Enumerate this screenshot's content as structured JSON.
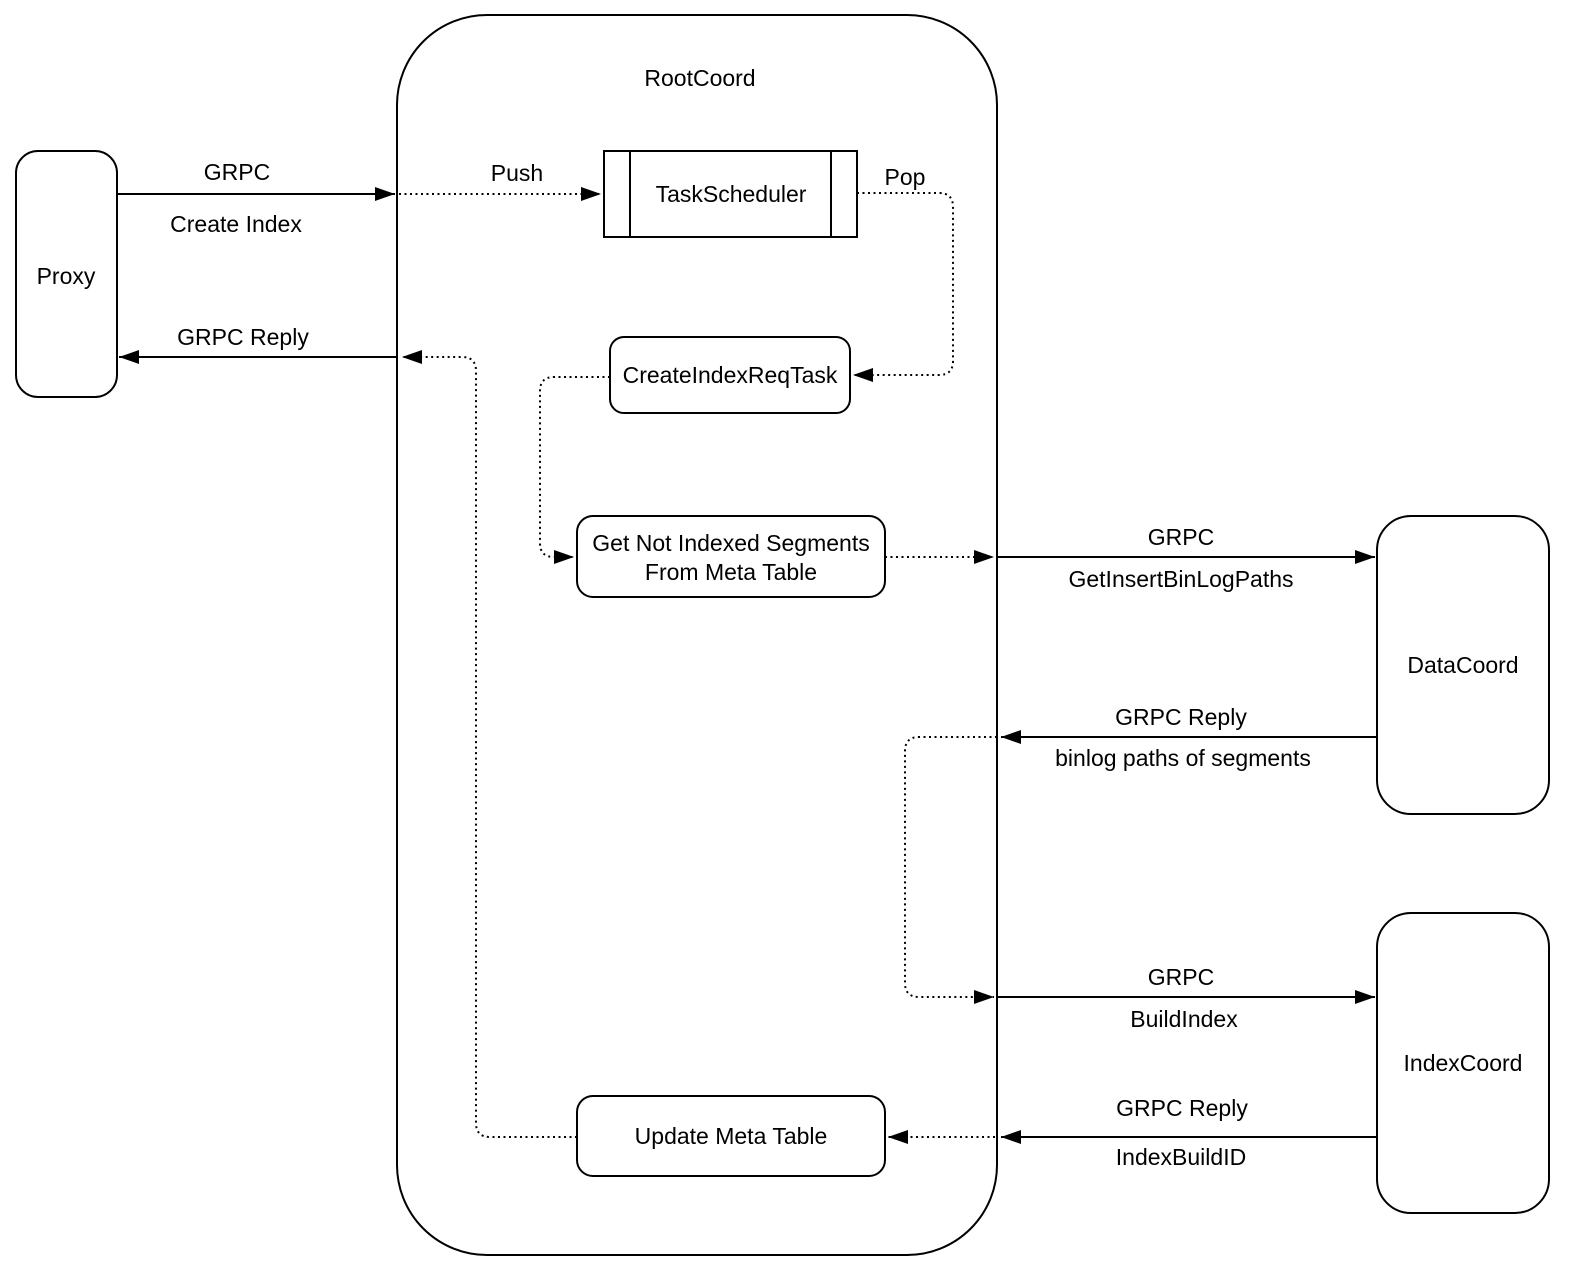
{
  "diagram": {
    "colors": {
      "stroke": "#000000",
      "background": "#ffffff"
    },
    "nodes": {
      "proxy": "Proxy",
      "root_coord": "RootCoord",
      "task_scheduler": "TaskScheduler",
      "create_index_req_task": "CreateIndexReqTask",
      "get_not_indexed_segments_line1": "Get Not Indexed Segments",
      "get_not_indexed_segments_line2": "From Meta Table",
      "update_meta_table": "Update Meta Table",
      "data_coord": "DataCoord",
      "index_coord": "IndexCoord"
    },
    "edges": {
      "create_index": {
        "label": "GRPC",
        "sublabel": "Create Index"
      },
      "reply_to_proxy": {
        "label": "GRPC Reply"
      },
      "push": {
        "label": "Push"
      },
      "pop": {
        "label": "Pop"
      },
      "get_insert_bin_log_paths": {
        "label": "GRPC",
        "sublabel": "GetInsertBinLogPaths"
      },
      "reply_binlog_paths": {
        "label": "GRPC Reply",
        "sublabel": "binlog paths of segments"
      },
      "build_index": {
        "label": "GRPC",
        "sublabel": "BuildIndex"
      },
      "reply_index_build_id": {
        "label": "GRPC Reply",
        "sublabel": "IndexBuildID"
      }
    }
  }
}
